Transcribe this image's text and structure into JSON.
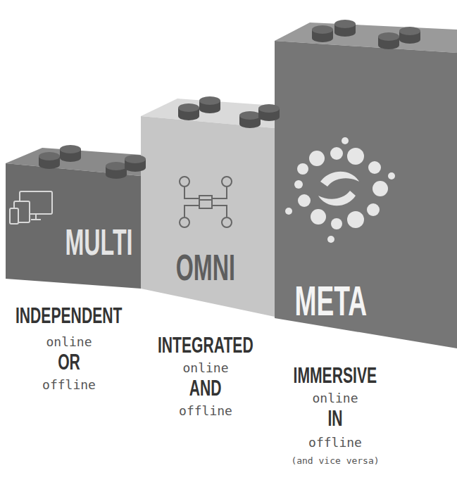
{
  "diagram": {
    "nodes": [
      {
        "text": [
          "MULTI",
          "INDEPENDENT",
          "online",
          "OR",
          "offline"
        ]
      },
      {
        "text": [
          "OMNI",
          "INTEGRATED",
          "online",
          "AND",
          "offline"
        ]
      },
      {
        "text": [
          "META",
          "IMMERSIVE",
          "online",
          "IN",
          "offline",
          "(and vice versa)"
        ]
      }
    ]
  }
}
